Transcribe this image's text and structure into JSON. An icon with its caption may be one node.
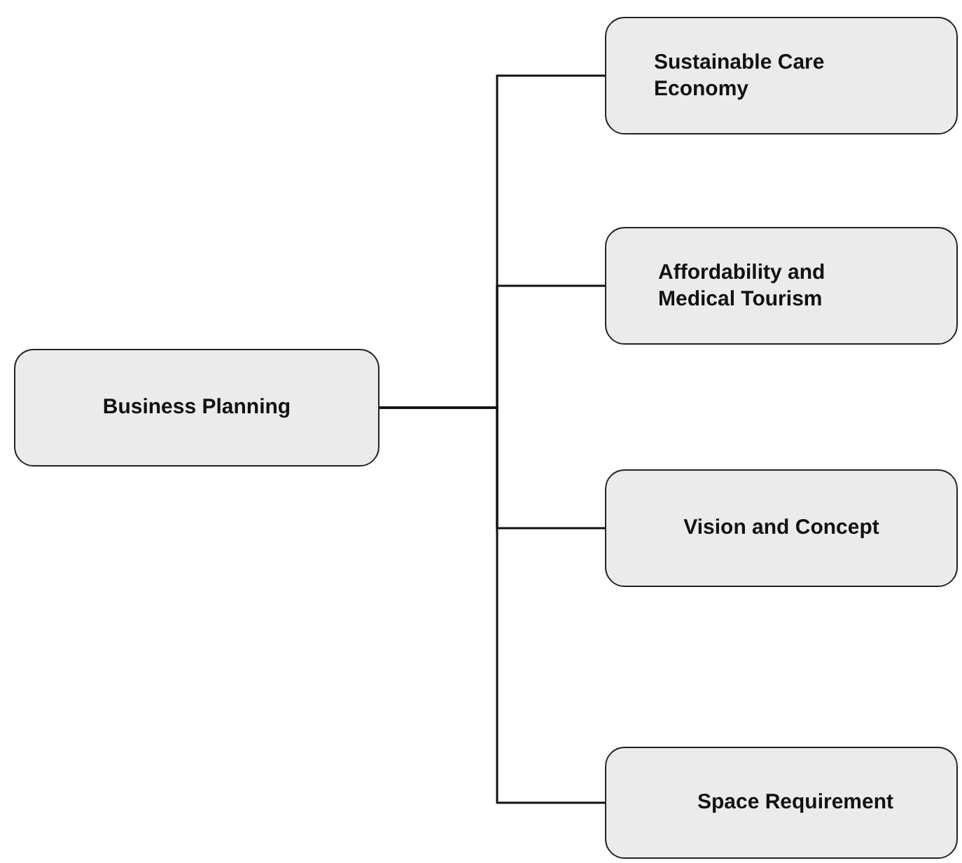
{
  "diagram": {
    "nodes": [
      {
        "text": [
          "Business Planning"
        ]
      },
      {
        "text": [
          "Sustainable Care Economy"
        ]
      },
      {
        "text": [
          "Affordability and Medical Tourism"
        ]
      },
      {
        "text": [
          "Vision and Concept"
        ]
      },
      {
        "text": [
          "Space Requirement"
        ]
      }
    ],
    "edges": [
      {
        "from": 0,
        "to": 1,
        "arrow": "none"
      },
      {
        "from": 0,
        "to": 2,
        "arrow": "none"
      },
      {
        "from": 0,
        "to": 3,
        "arrow": "none"
      },
      {
        "from": 0,
        "to": 4,
        "arrow": "none"
      }
    ]
  }
}
